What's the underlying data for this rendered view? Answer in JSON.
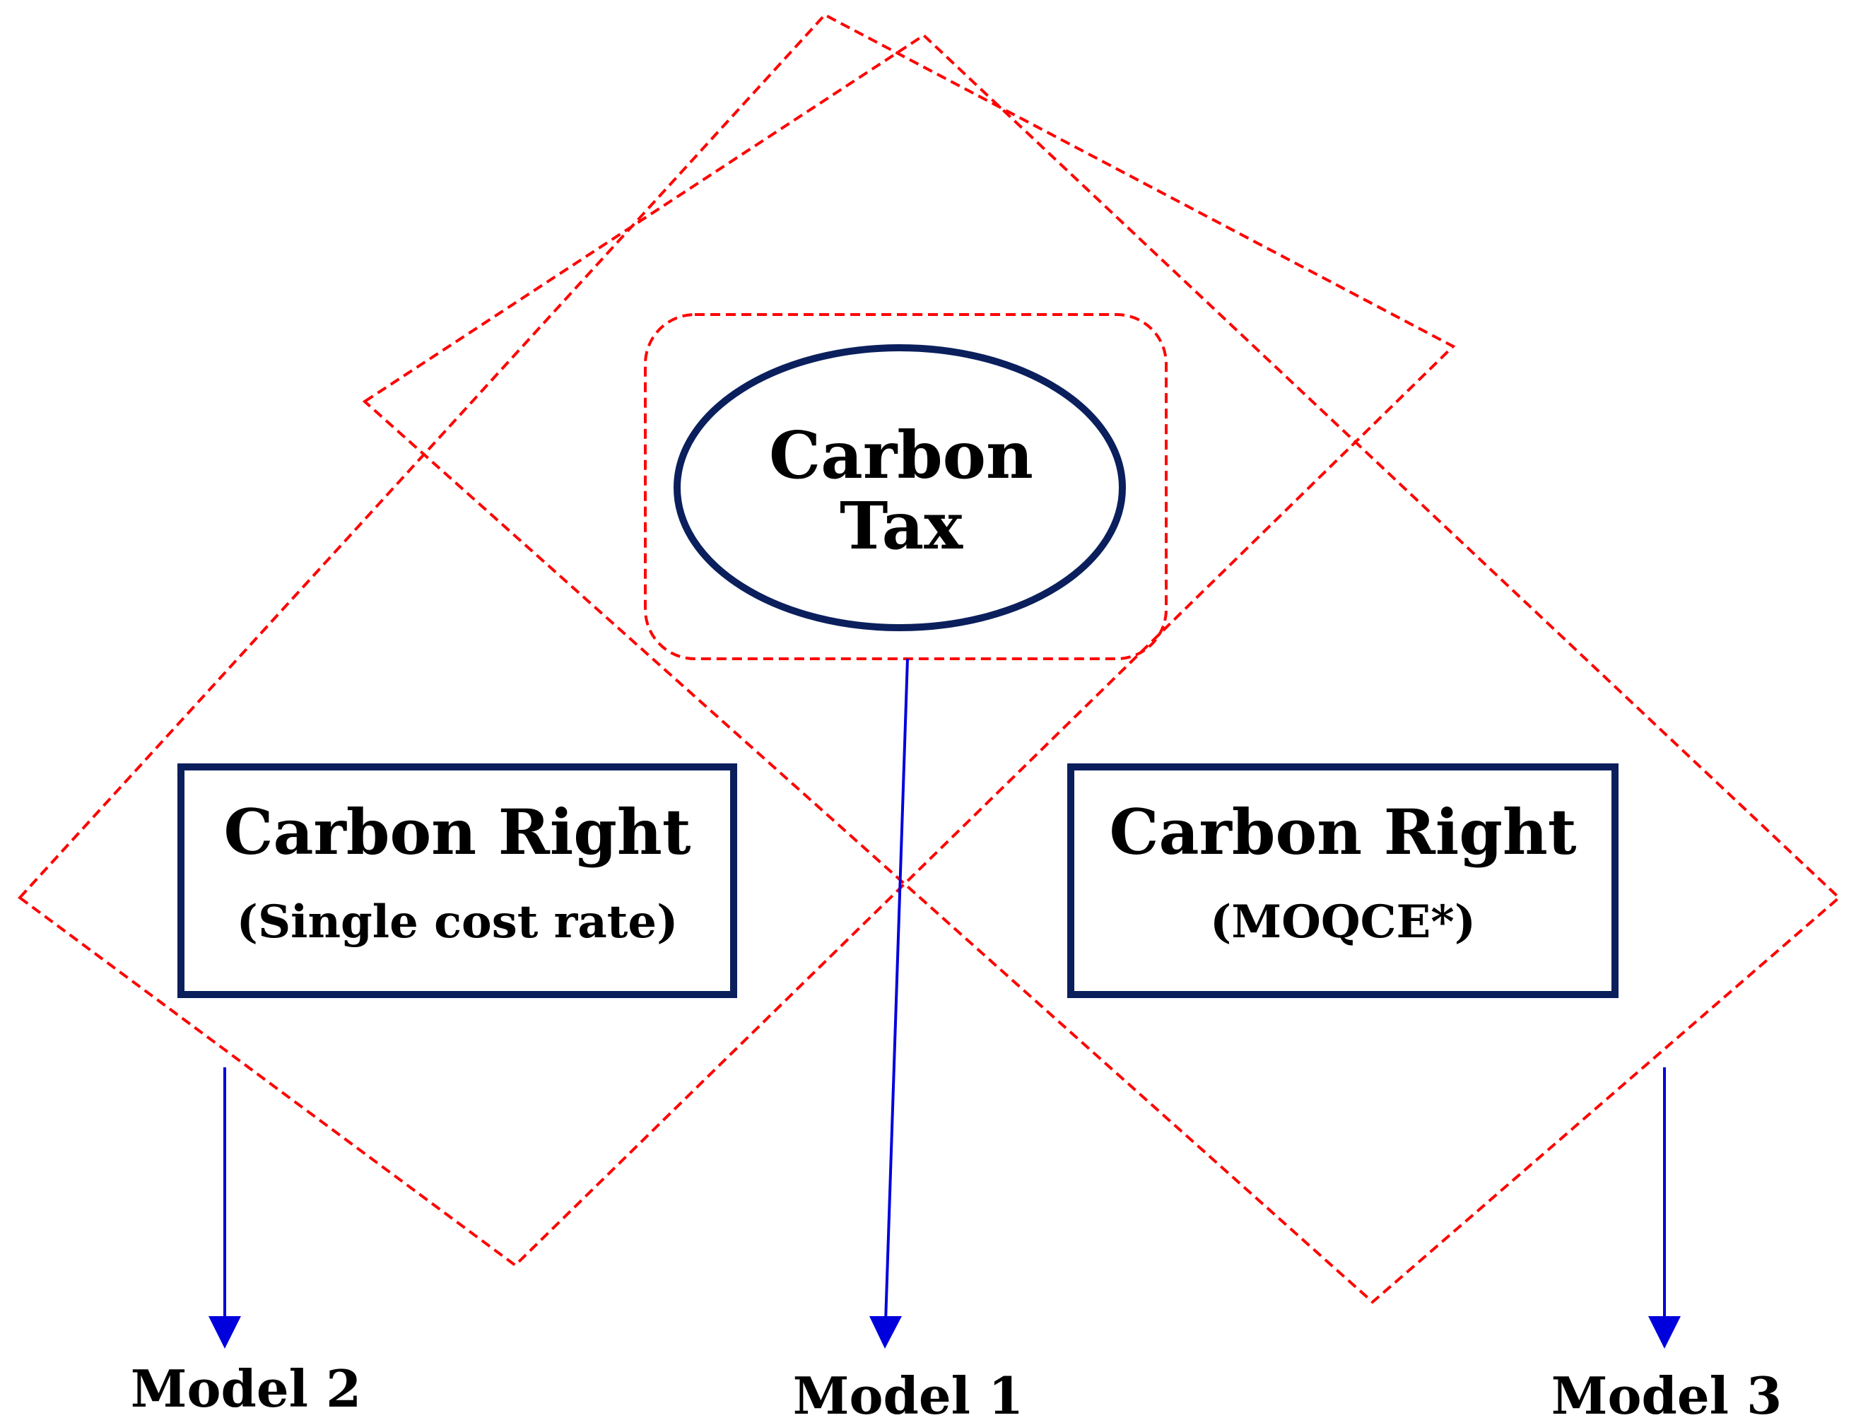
{
  "colors": {
    "dashed_outline": "#ff0000",
    "node_border": "#0a1f5c",
    "arrow": "#0000dd",
    "text": "#000000"
  },
  "center_node": {
    "line1": "Carbon",
    "line2": "Tax"
  },
  "left_node": {
    "title": "Carbon Right",
    "subtitle": "(Single cost rate)"
  },
  "right_node": {
    "title": "Carbon Right",
    "subtitle": "(MOQCE*)"
  },
  "models": {
    "left": "Model 2",
    "center": "Model 1",
    "right": "Model 3"
  }
}
